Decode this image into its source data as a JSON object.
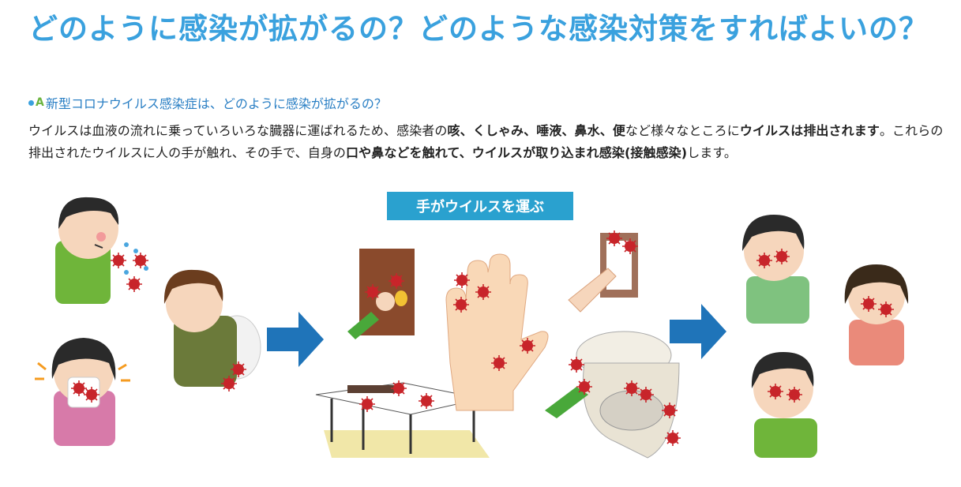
{
  "title": "どのように感染が拡がるの？どのような感染対策をすればよいの？",
  "question": {
    "mark": "A",
    "text": "新型コロナウイルス感染症は、どのように感染が拡がるの？"
  },
  "body": {
    "p1": "ウイルスは血液の流れに乗っていろいろな臓器に運ばれるため、感染者の",
    "b1": "咳、くしゃみ、唾液、鼻水、便",
    "p2": "など様々なところに",
    "b2": "ウイルスは排出されます",
    "p3": "。これらの排出されたウイルスに人の手が触れ、その手で、自身の",
    "b3": "口や鼻などを触れて、ウイルスが取り込まれ感染(接触感染)",
    "p4": "します。"
  },
  "banner": {
    "label": "手がウイルスを運ぶ"
  },
  "colors": {
    "title": "#3aa1de",
    "banner": "#2aa1cf",
    "arrow": "#1f74b9",
    "virus": "#c8252a"
  },
  "icons": [
    "virus-icon",
    "arrow-right-icon",
    "coughing-boy",
    "sneezing-girl",
    "toilet-boy",
    "door-knob",
    "open-hand",
    "light-switch",
    "table",
    "toilet",
    "sick-boy",
    "sick-girl",
    "crying-boy"
  ]
}
